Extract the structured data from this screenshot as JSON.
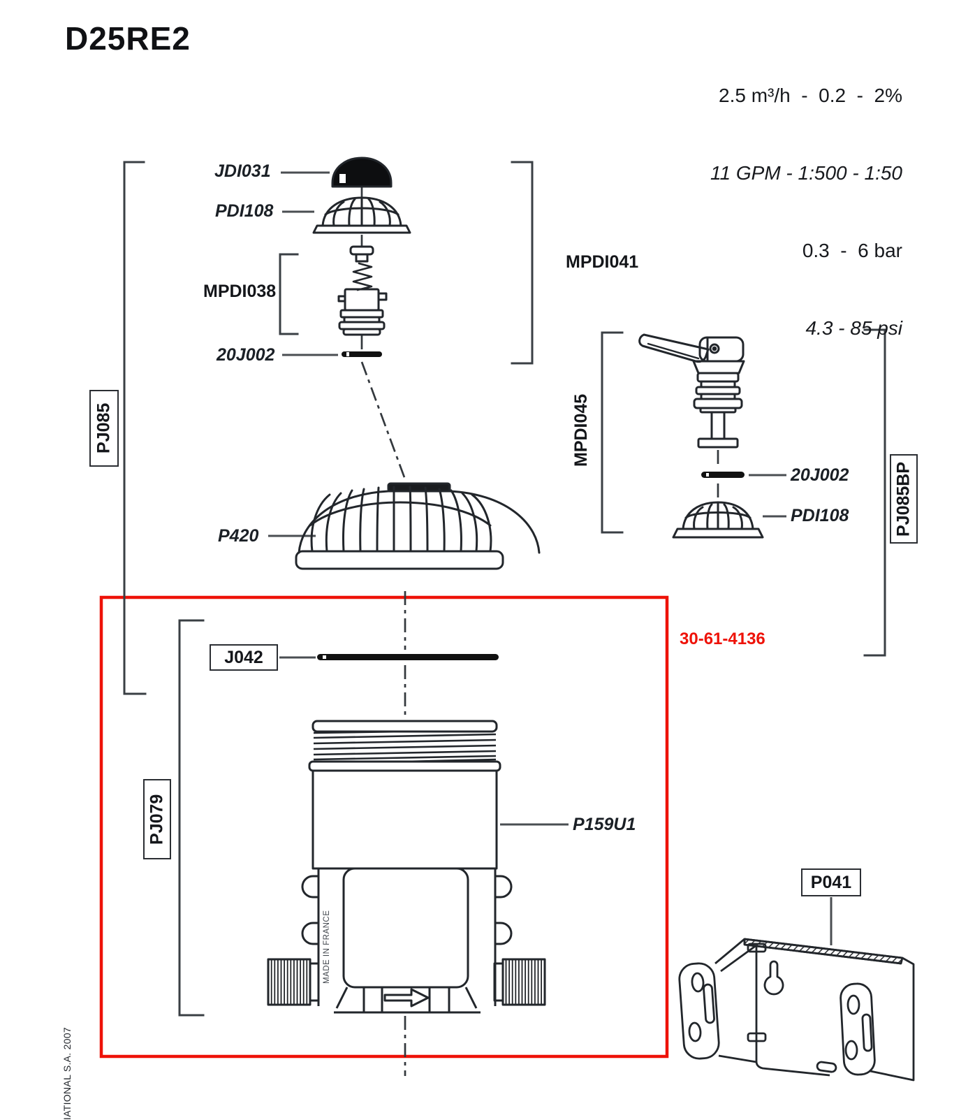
{
  "doc": {
    "title": "D25RE2",
    "specs": [
      "2.5 m³/h  -  0.2  -  2%",
      "11 GPM - 1:500 - 1:50",
      "0.3  -  6 bar",
      "4.3 - 85 psi"
    ],
    "footer_copyright": "IATIONAL S.A. 2007"
  },
  "assembly_top": {
    "jdi031": "JDI031",
    "pdi108": "PDI108",
    "mpdi038": "MPDI038",
    "mpdi041": "MPDI041",
    "seal_20j002": "20J002",
    "p420": "P420",
    "pj085": "PJ085"
  },
  "assembly_right": {
    "mpdi045": "MPDI045",
    "seal_20j002": "20J002",
    "pdi108": "PDI108",
    "pj085bp": "PJ085BP"
  },
  "assembly_pump": {
    "j042": "J042",
    "pj079": "PJ079",
    "p159u1": "P159U1",
    "kit_ref": "30-61-4136",
    "made_in": "MADE IN FRANCE"
  },
  "bracket_mount": {
    "p041": "P041"
  },
  "colors": {
    "highlight": "#ee1208",
    "ink": "#1d2126"
  }
}
